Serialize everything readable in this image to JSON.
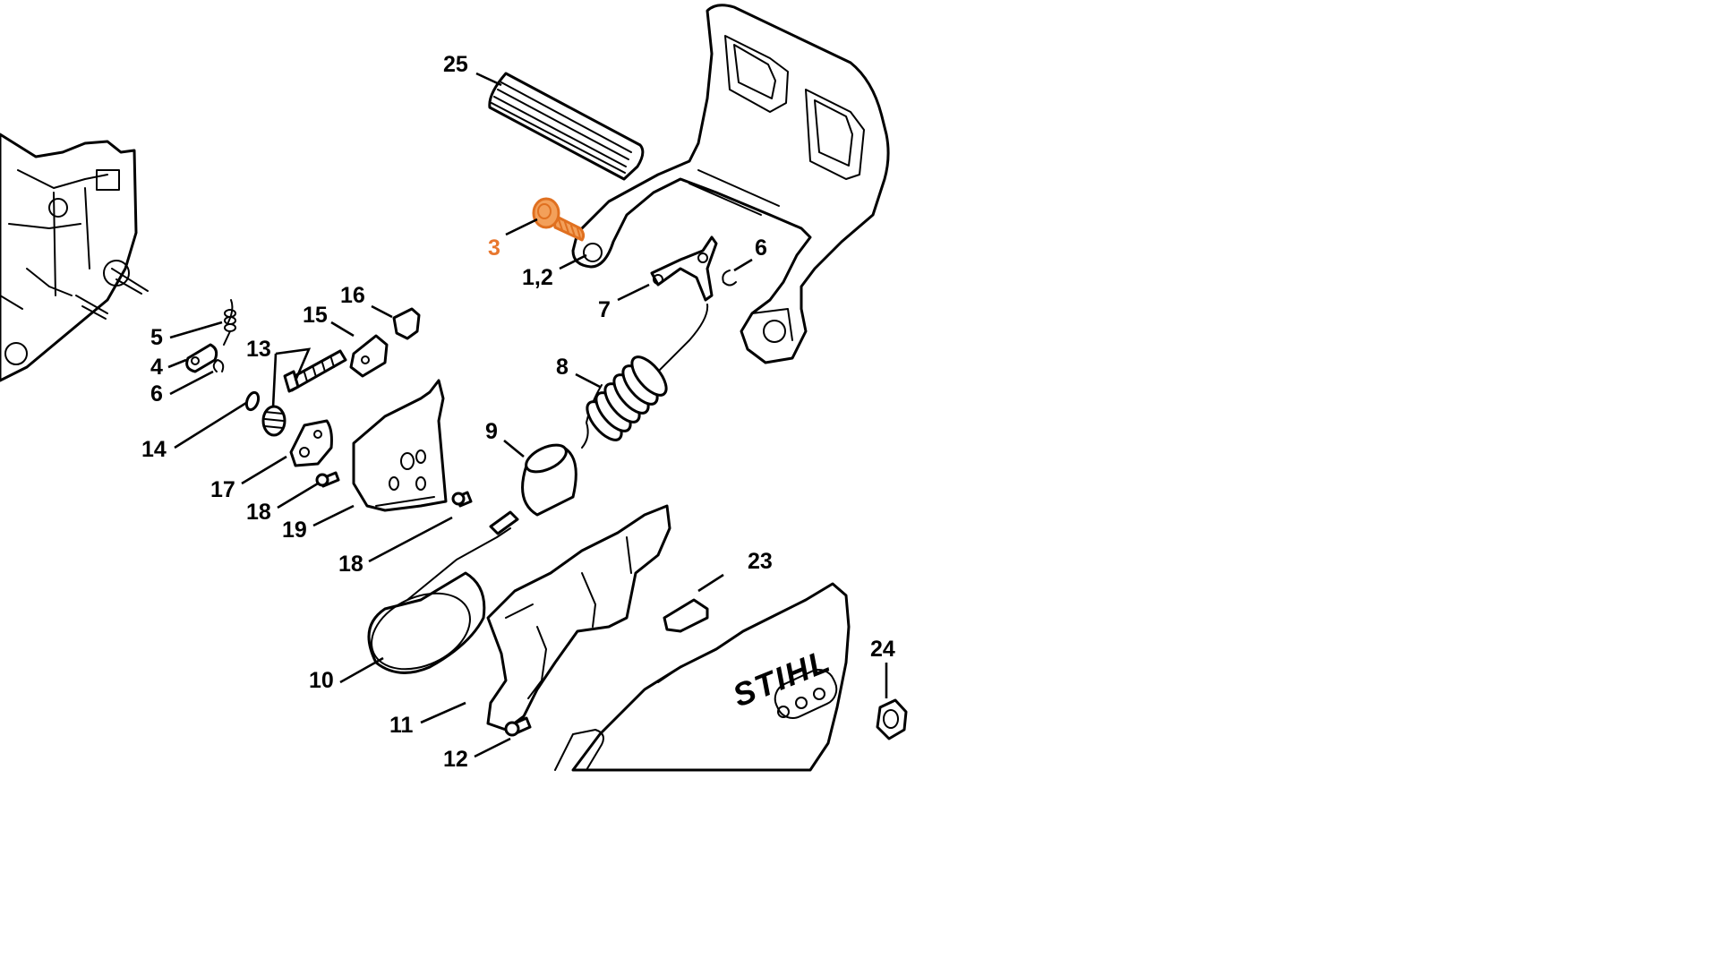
{
  "diagram": {
    "highlight_color": "#e8772e",
    "brand_text": "STIHL",
    "callouts": [
      {
        "id": "c25",
        "text": "25",
        "highlighted": false
      },
      {
        "id": "c3",
        "text": "3",
        "highlighted": true
      },
      {
        "id": "c12a",
        "text": "1,2",
        "highlighted": false
      },
      {
        "id": "c6a",
        "text": "6",
        "highlighted": false
      },
      {
        "id": "c7",
        "text": "7",
        "highlighted": false
      },
      {
        "id": "c8",
        "text": "8",
        "highlighted": false
      },
      {
        "id": "c9",
        "text": "9",
        "highlighted": false
      },
      {
        "id": "c16",
        "text": "16",
        "highlighted": false
      },
      {
        "id": "c15",
        "text": "15",
        "highlighted": false
      },
      {
        "id": "c5",
        "text": "5",
        "highlighted": false
      },
      {
        "id": "c4",
        "text": "4",
        "highlighted": false
      },
      {
        "id": "c6b",
        "text": "6",
        "highlighted": false
      },
      {
        "id": "c13",
        "text": "13",
        "highlighted": false
      },
      {
        "id": "c14",
        "text": "14",
        "highlighted": false
      },
      {
        "id": "c17",
        "text": "17",
        "highlighted": false
      },
      {
        "id": "c18a",
        "text": "18",
        "highlighted": false
      },
      {
        "id": "c19",
        "text": "19",
        "highlighted": false
      },
      {
        "id": "c18b",
        "text": "18",
        "highlighted": false
      },
      {
        "id": "c23",
        "text": "23",
        "highlighted": false
      },
      {
        "id": "c24",
        "text": "24",
        "highlighted": false
      },
      {
        "id": "c10",
        "text": "10",
        "highlighted": false
      },
      {
        "id": "c11",
        "text": "11",
        "highlighted": false
      },
      {
        "id": "c12",
        "text": "12",
        "highlighted": false
      }
    ]
  }
}
